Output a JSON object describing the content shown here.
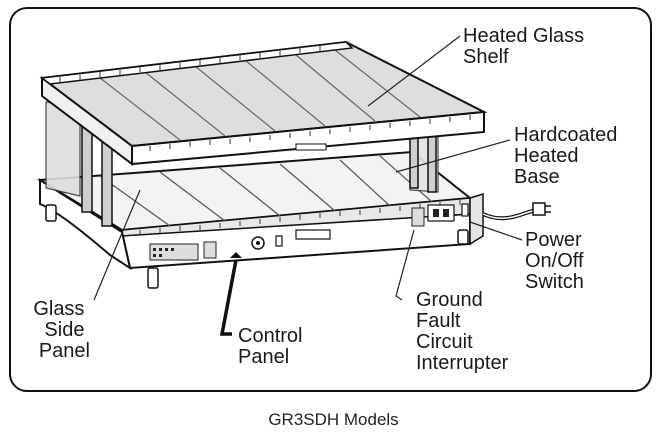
{
  "diagram": {
    "caption": "GR3SDH Models",
    "labels": {
      "glass_shelf": [
        "Heated Glass",
        "Shelf"
      ],
      "base": [
        "Hardcoated",
        "Heated",
        "Base"
      ],
      "power_switch": [
        "Power",
        "On/Off",
        "Switch"
      ],
      "gfci": [
        "Ground",
        "Fault",
        "Circuit",
        "Interrupter"
      ],
      "control_panel": [
        "Control",
        "Panel"
      ],
      "side_panel": [
        "Glass",
        "Side",
        "Panel"
      ]
    }
  }
}
